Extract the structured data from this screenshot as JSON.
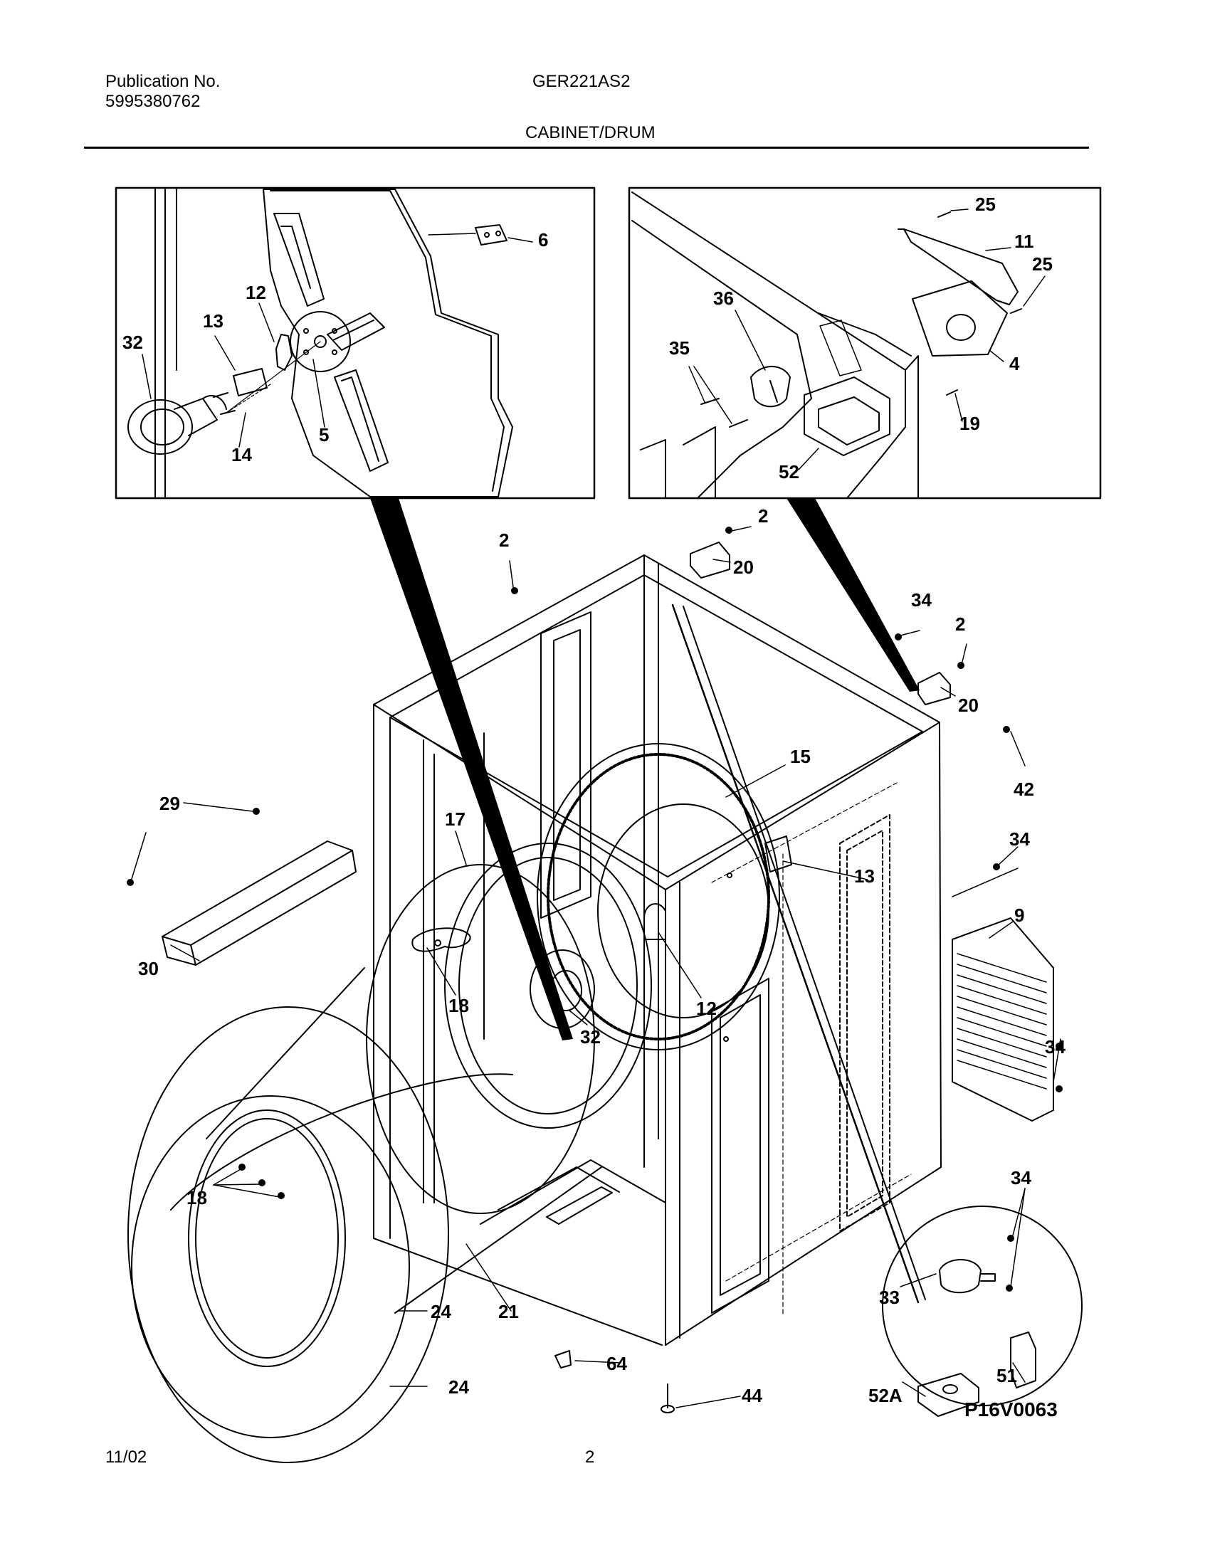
{
  "header": {
    "publication_label": "Publication No.",
    "publication_number": "5995380762",
    "model": "GER221AS2",
    "section_title": "CABINET/DRUM"
  },
  "diagram": {
    "drawing_code": "P16V0063",
    "callouts": [
      "25",
      "11",
      "25",
      "4",
      "36",
      "35",
      "19",
      "52",
      "6",
      "12",
      "13",
      "32",
      "14",
      "5",
      "2",
      "2",
      "20",
      "34",
      "2",
      "20",
      "15",
      "42",
      "29",
      "17",
      "13",
      "34",
      "9",
      "30",
      "18",
      "12",
      "32",
      "34",
      "18",
      "34",
      "33",
      "24",
      "21",
      "64",
      "44",
      "51",
      "52A",
      "24"
    ]
  },
  "footer": {
    "date": "11/02",
    "page": "2"
  }
}
